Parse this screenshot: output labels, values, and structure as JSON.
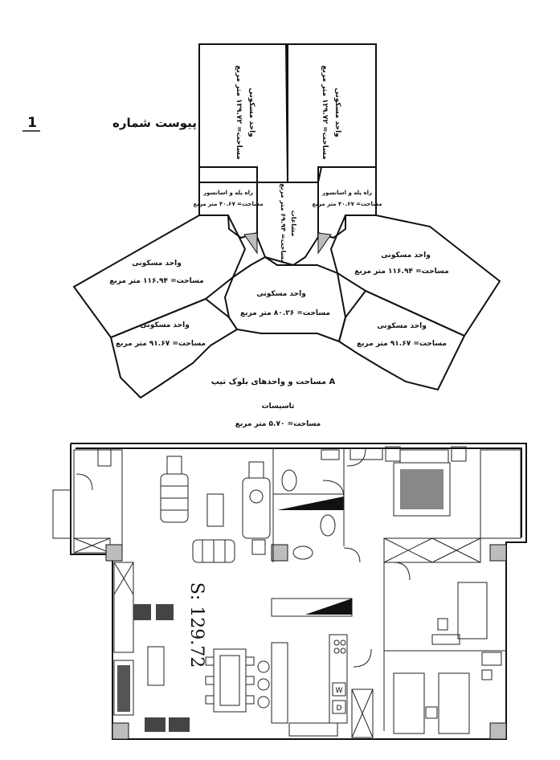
{
  "attachment": {
    "title": "پیوست شماره",
    "number": "1"
  },
  "block_plan": {
    "units": [
      {
        "id": "top-left",
        "name": "واحد مسکونی",
        "area": "مساحت= ۱۲۹.۷۲ متر مربع"
      },
      {
        "id": "top-right",
        "name": "واحد مسکونی",
        "area": "مساحت= ۱۲۹.۷۲ متر مربع"
      },
      {
        "id": "left-upper",
        "name": "واحد مسکونی",
        "area": "مساحت= ۱۱۶.۹۴ متر مربع"
      },
      {
        "id": "left-lower",
        "name": "واحد مسکونی",
        "area": "مساحت= ۹۱.۶۷ متر مربع"
      },
      {
        "id": "right-upper",
        "name": "واحد مسکونی",
        "area": "مساحت= ۱۱۶.۹۴ متر مربع"
      },
      {
        "id": "right-lower",
        "name": "واحد مسکونی",
        "area": "مساحت= ۹۱.۶۷ متر مربع"
      },
      {
        "id": "center",
        "name": "واحد مسکونی",
        "area": "مساحت= ۸۰.۲۶ متر مربع"
      }
    ],
    "stairs": [
      {
        "id": "left",
        "name": "راه پله و اسانسور",
        "area": "مساحت= ۴۰.۶۷ متر مربع"
      },
      {
        "id": "right",
        "name": "راه پله و اسانسور",
        "area": "مساحت= ۴۰.۶۷ متر مربع"
      }
    ],
    "shaft": {
      "name": "مشاعات",
      "area": "مساحت= ۶۹.۹۴ متر مربع"
    },
    "caption": "مساحت و واحدهای بلوک تیپ A",
    "tasisat": {
      "name": "تاسیسات",
      "area": "مساحت= ۵.۷۰ متر مربع"
    }
  },
  "unit_plan": {
    "area_label": "S: 129.72",
    "appliance_labels": [
      "W",
      "D"
    ]
  }
}
